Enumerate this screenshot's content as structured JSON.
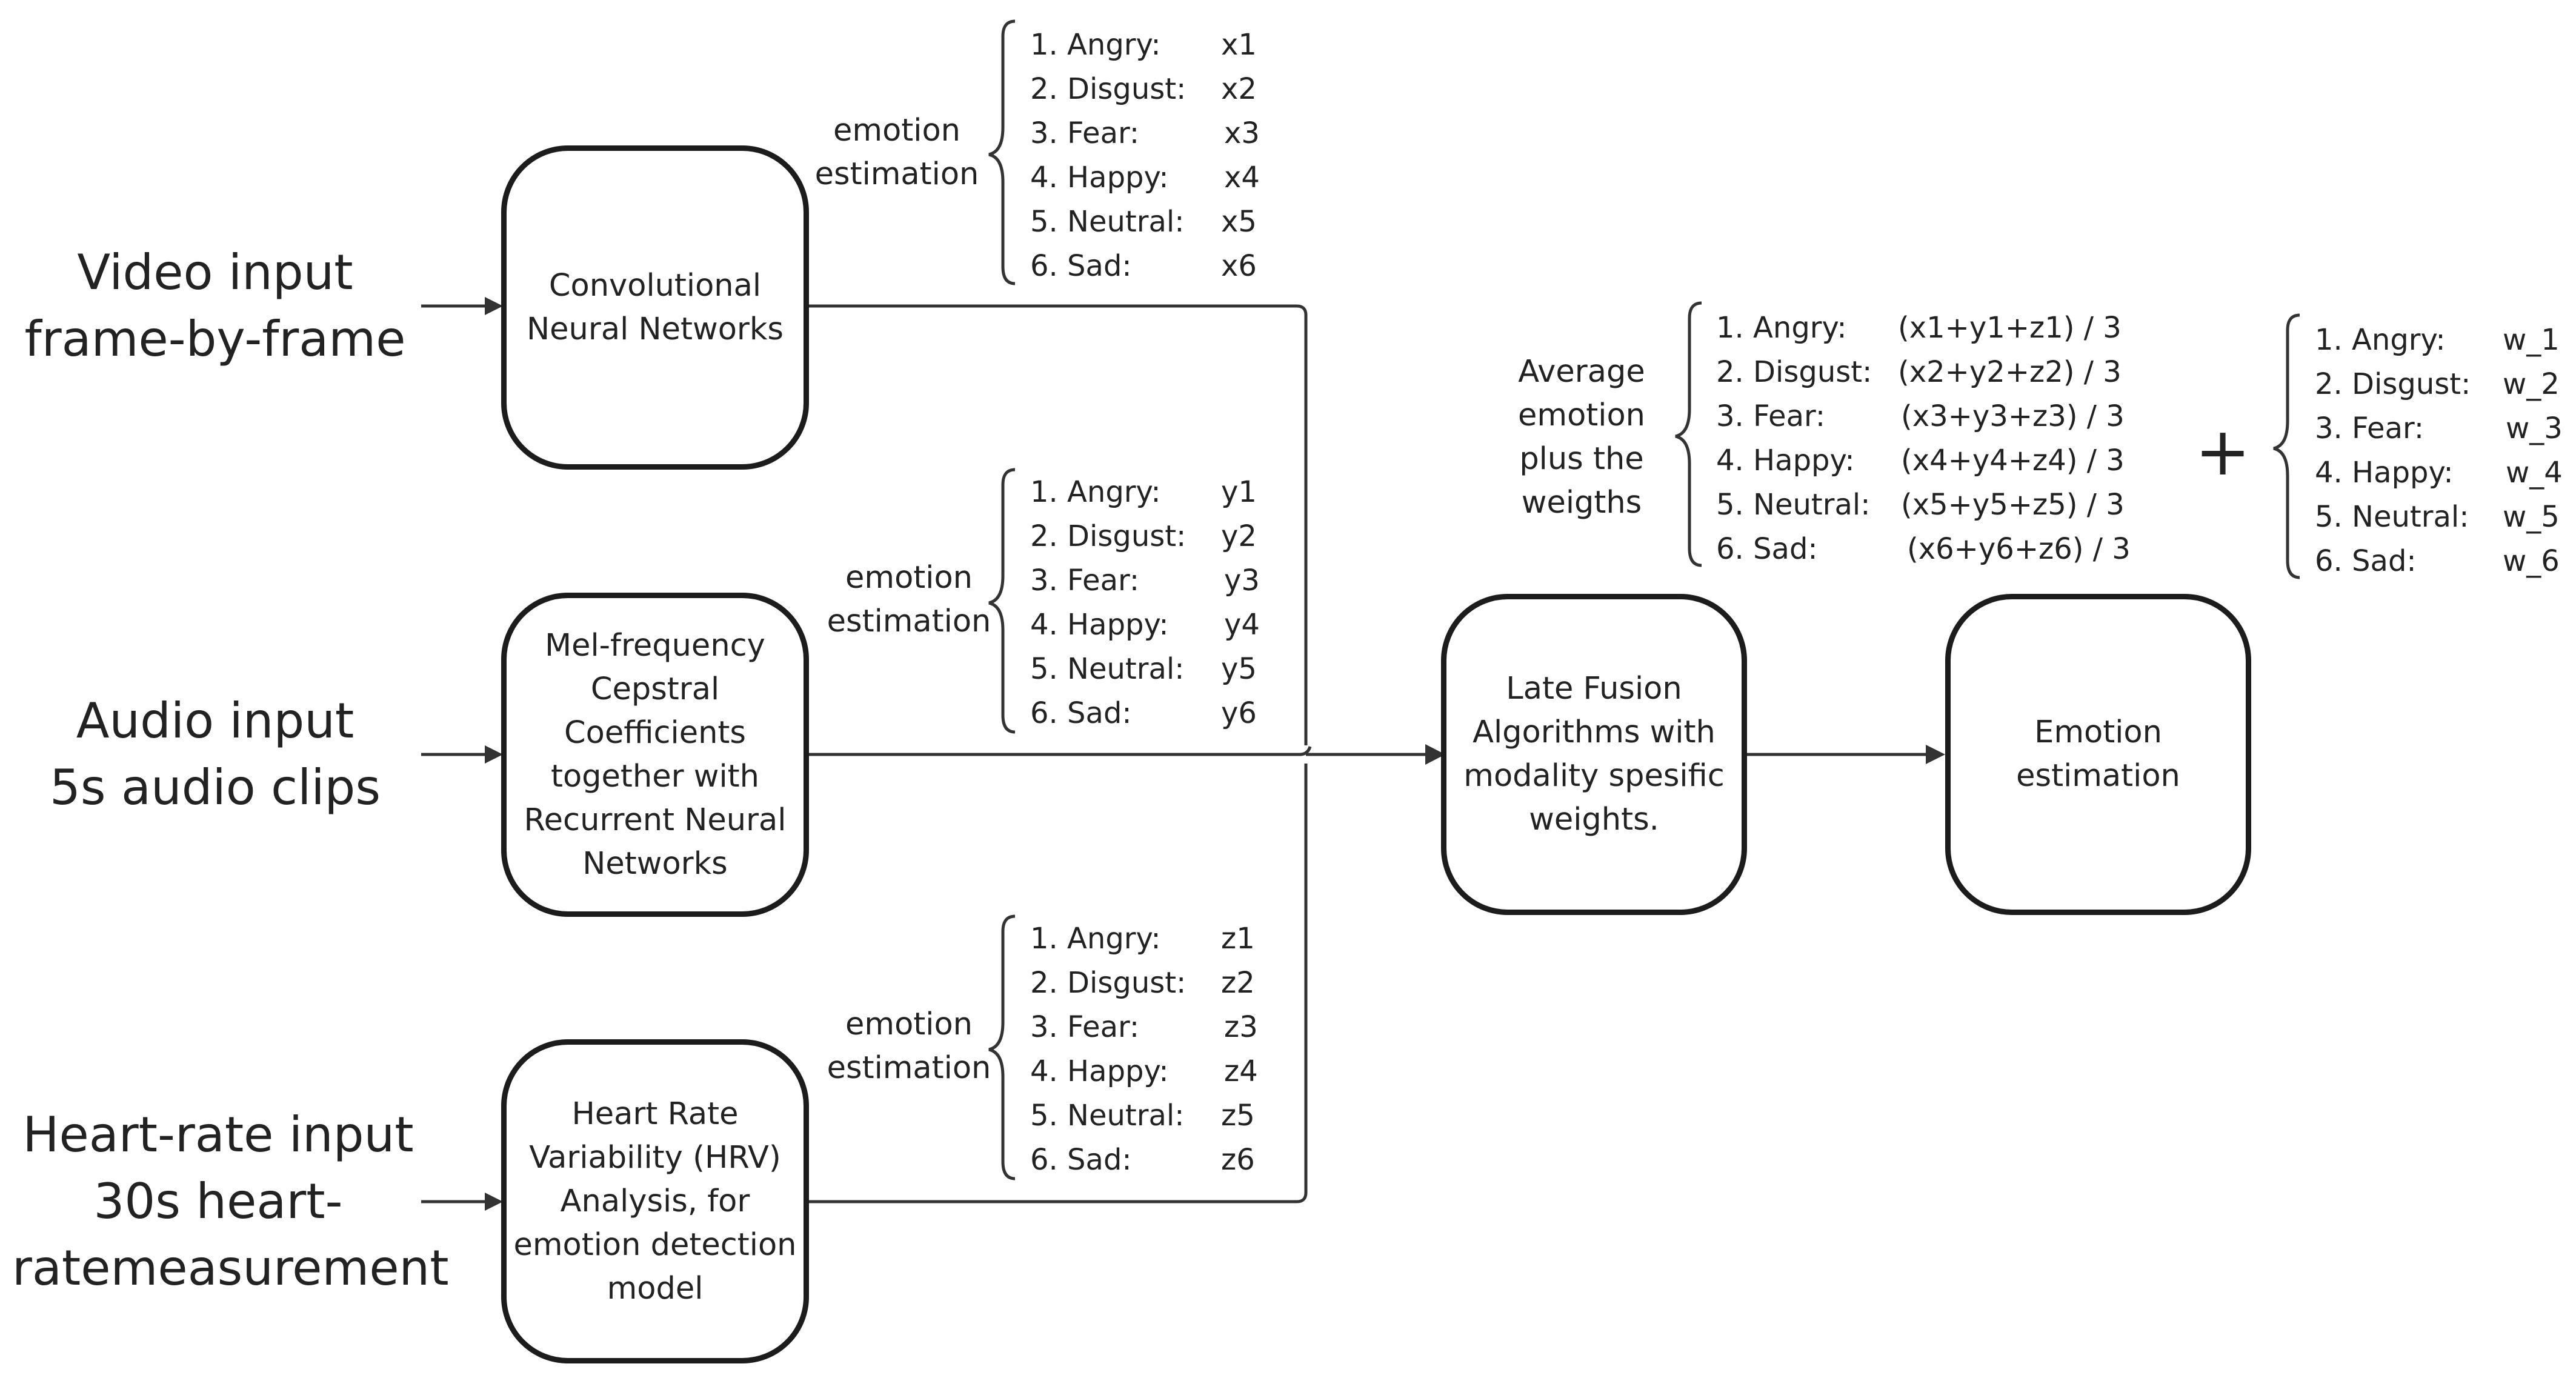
{
  "inputs": {
    "video": [
      "Video input",
      "frame-by-frame"
    ],
    "audio": [
      "Audio input",
      "5s audio clips"
    ],
    "heart": [
      "Heart-rate input",
      "30s heart-",
      "ratemeasurement"
    ]
  },
  "models": {
    "cnn": "Convolutional\nNeural Networks",
    "mfcc": "Mel-frequency\nCepstral\nCoefficients\ntogether with\nRecurrent Neural\nNetworks",
    "hrv": "Heart Rate\nVariability (HRV)\nAnalysis, for\nemotion detection\nmodel"
  },
  "estimation_label": [
    "emotion",
    "estimation"
  ],
  "emotions": [
    "1. Angry:",
    "2. Disgust:",
    "3. Fear:",
    "4. Happy:",
    "5. Neutral:",
    "6. Sad:"
  ],
  "video_scores": [
    "x1",
    "x2",
    "x3",
    "x4",
    "x5",
    "x6"
  ],
  "audio_scores": [
    "y1",
    "y2",
    "y3",
    "y4",
    "y5",
    "y6"
  ],
  "heart_scores": [
    "z1",
    "z2",
    "z3",
    "z4",
    "z5",
    "z6"
  ],
  "average_label": [
    "Average",
    "emotion",
    "plus the",
    "weigths"
  ],
  "average_formulas": [
    "(x1+y1+z1) / 3",
    "(x2+y2+z2) / 3",
    "(x3+y3+z3) / 3",
    "(x4+y4+z4) / 3",
    "(x5+y5+z5) / 3",
    "(x6+y6+z6) / 3"
  ],
  "plus_sign": "+",
  "weights": [
    "w_1",
    "w_2",
    "w_3",
    "w_4",
    "w_5",
    "w_6"
  ],
  "fusion": "Late Fusion\nAlgorithms with\nmodality spesific\nweights.",
  "output": "Emotion\nestimation"
}
